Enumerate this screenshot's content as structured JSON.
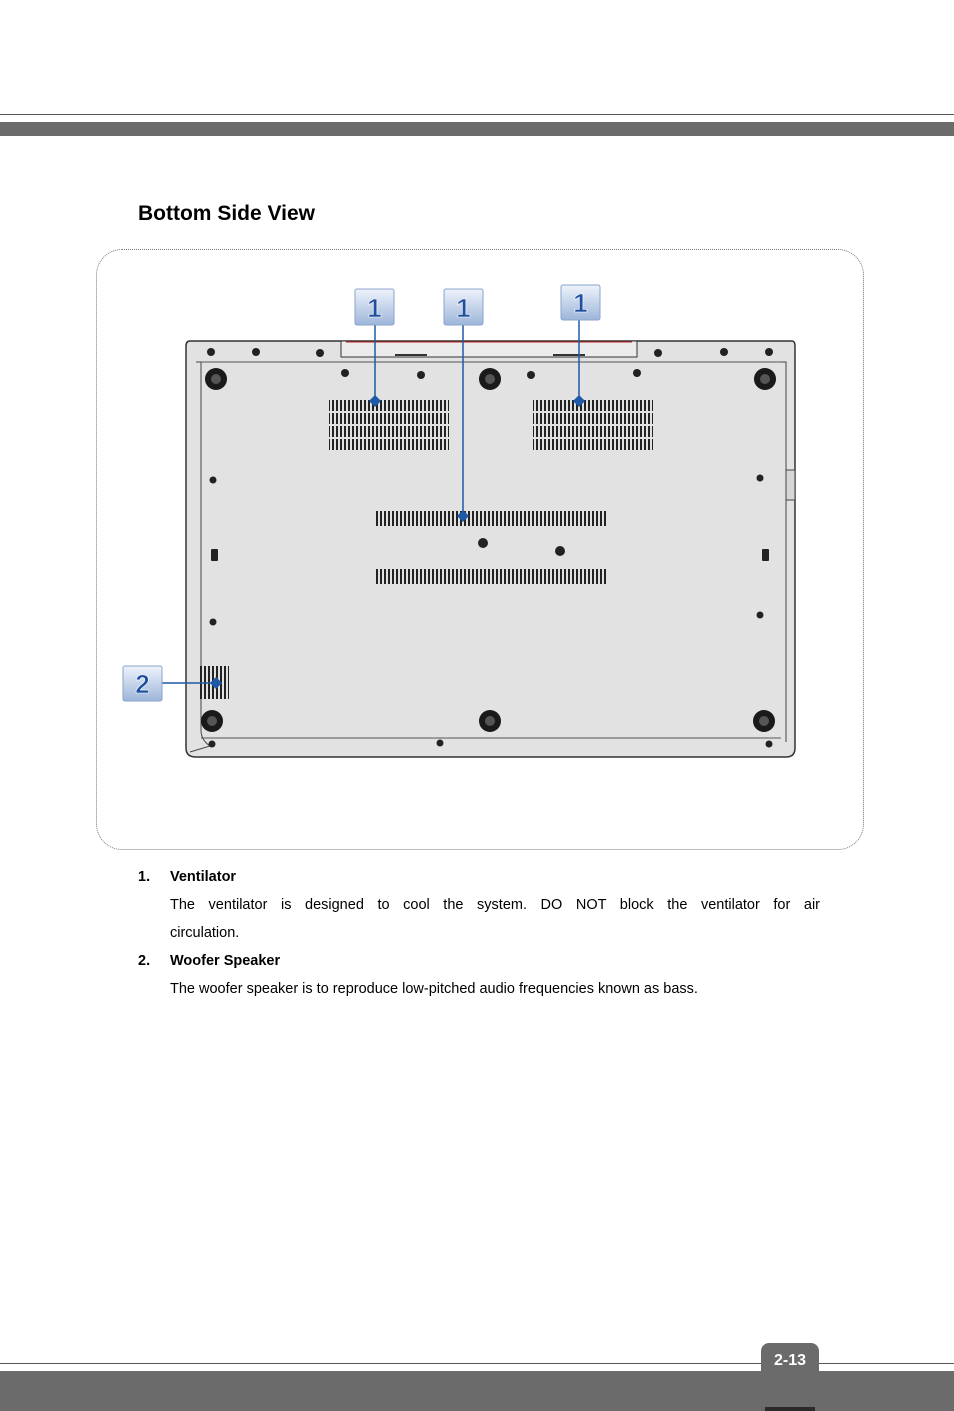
{
  "section": {
    "title": "Bottom Side View"
  },
  "figure": {
    "callouts": [
      {
        "label": "1",
        "target": "ventilator"
      },
      {
        "label": "1",
        "target": "ventilator"
      },
      {
        "label": "1",
        "target": "ventilator"
      },
      {
        "label": "2",
        "target": "woofer-speaker"
      }
    ]
  },
  "items": [
    {
      "number": "1.",
      "title": "Ventilator",
      "line1": "The ventilator is designed to cool the system. DO NOT block the ventilator for air",
      "line2": "circulation."
    },
    {
      "number": "2.",
      "title": "Woofer Speaker",
      "line1": "The woofer speaker is to reproduce low-pitched audio frequencies known as bass."
    }
  ],
  "footer": {
    "page_number": "2-13"
  },
  "colors": {
    "callout_blue": "#1f5aa8",
    "chassis": "#e2e2e2",
    "bar": "#6b6b6b"
  }
}
